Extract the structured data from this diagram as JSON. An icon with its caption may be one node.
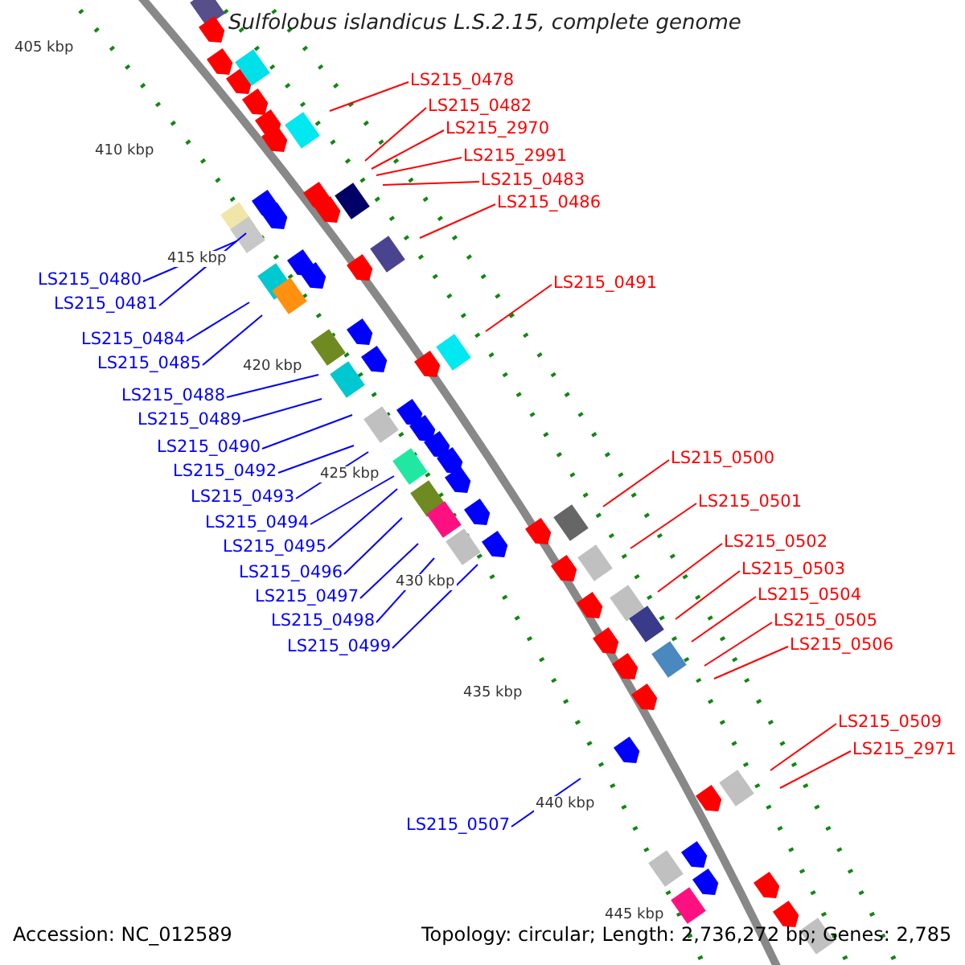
{
  "diagram": {
    "title": "Sulfolobus islandicus L.S.2.15, complete genome",
    "nodes": [
      {
        "text": [
          "LS215_0478"
        ]
      },
      {
        "text": [
          "LS215_0482"
        ]
      },
      {
        "text": [
          "LS215_2970"
        ]
      },
      {
        "text": [
          "LS215_2991"
        ]
      },
      {
        "text": [
          "LS215_0483"
        ]
      },
      {
        "text": [
          "LS215_0486"
        ]
      },
      {
        "text": [
          "LS215_0480"
        ]
      },
      {
        "text": [
          "LS215_0491"
        ]
      },
      {
        "text": [
          "LS215_0481"
        ]
      },
      {
        "text": [
          "LS215_0484"
        ]
      },
      {
        "text": [
          "LS215_0485"
        ]
      },
      {
        "text": [
          "LS215_0488"
        ]
      },
      {
        "text": [
          "LS215_0489"
        ]
      },
      {
        "text": [
          "LS215_0490"
        ]
      },
      {
        "text": [
          "LS215_0500"
        ]
      },
      {
        "text": [
          "LS215_0492"
        ]
      },
      {
        "text": [
          "LS215_0493"
        ]
      },
      {
        "text": [
          "LS215_0501"
        ]
      },
      {
        "text": [
          "LS215_0494"
        ]
      },
      {
        "text": [
          "LS215_0502"
        ]
      },
      {
        "text": [
          "LS215_0495"
        ]
      },
      {
        "text": [
          "LS215_0503"
        ]
      },
      {
        "text": [
          "LS215_0496"
        ]
      },
      {
        "text": [
          "LS215_0504"
        ]
      },
      {
        "text": [
          "LS215_0497"
        ]
      },
      {
        "text": [
          "LS215_0505"
        ]
      },
      {
        "text": [
          "LS215_0498"
        ]
      },
      {
        "text": [
          "LS215_0506"
        ]
      },
      {
        "text": [
          "LS215_0499"
        ]
      },
      {
        "text": [
          "LS215_0509"
        ]
      },
      {
        "text": [
          "LS215_2971"
        ]
      },
      {
        "text": [
          "LS215_0507"
        ]
      }
    ],
    "edges": [
      {
        "from": 0,
        "to": null,
        "arrow": "none",
        "color": "#ff0000"
      },
      {
        "from": 1,
        "to": null,
        "arrow": "none",
        "color": "#ff0000"
      },
      {
        "from": 2,
        "to": null,
        "arrow": "none",
        "color": "#ff0000"
      },
      {
        "from": 3,
        "to": null,
        "arrow": "none",
        "color": "#ff0000"
      },
      {
        "from": 4,
        "to": null,
        "arrow": "none",
        "color": "#ff0000"
      },
      {
        "from": 5,
        "to": null,
        "arrow": "none",
        "color": "#ff0000"
      },
      {
        "from": 6,
        "to": null,
        "arrow": "none",
        "color": "#0000ff"
      },
      {
        "from": 7,
        "to": null,
        "arrow": "none",
        "color": "#ff0000"
      },
      {
        "from": 8,
        "to": null,
        "arrow": "none",
        "color": "#0000ff"
      },
      {
        "from": 9,
        "to": null,
        "arrow": "none",
        "color": "#0000ff"
      },
      {
        "from": 10,
        "to": null,
        "arrow": "none",
        "color": "#0000ff"
      },
      {
        "from": 11,
        "to": null,
        "arrow": "none",
        "color": "#0000ff"
      },
      {
        "from": 12,
        "to": null,
        "arrow": "none",
        "color": "#0000ff"
      },
      {
        "from": 13,
        "to": null,
        "arrow": "none",
        "color": "#0000ff"
      },
      {
        "from": 14,
        "to": null,
        "arrow": "none",
        "color": "#ff0000"
      },
      {
        "from": 15,
        "to": null,
        "arrow": "none",
        "color": "#0000ff"
      },
      {
        "from": 16,
        "to": null,
        "arrow": "none",
        "color": "#0000ff"
      },
      {
        "from": 17,
        "to": null,
        "arrow": "none",
        "color": "#ff0000"
      },
      {
        "from": 18,
        "to": null,
        "arrow": "none",
        "color": "#0000ff"
      },
      {
        "from": 19,
        "to": null,
        "arrow": "none",
        "color": "#ff0000"
      },
      {
        "from": 20,
        "to": null,
        "arrow": "none",
        "color": "#0000ff"
      },
      {
        "from": 21,
        "to": null,
        "arrow": "none",
        "color": "#ff0000"
      },
      {
        "from": 22,
        "to": null,
        "arrow": "none",
        "color": "#0000ff"
      },
      {
        "from": 23,
        "to": null,
        "arrow": "none",
        "color": "#ff0000"
      },
      {
        "from": 24,
        "to": null,
        "arrow": "none",
        "color": "#0000ff"
      },
      {
        "from": 25,
        "to": null,
        "arrow": "none",
        "color": "#ff0000"
      },
      {
        "from": 26,
        "to": null,
        "arrow": "none",
        "color": "#0000ff"
      },
      {
        "from": 27,
        "to": null,
        "arrow": "none",
        "color": "#ff0000"
      },
      {
        "from": 28,
        "to": null,
        "arrow": "none",
        "color": "#0000ff"
      },
      {
        "from": 29,
        "to": null,
        "arrow": "none",
        "color": "#ff0000"
      },
      {
        "from": 30,
        "to": null,
        "arrow": "none",
        "color": "#ff0000"
      },
      {
        "from": 31,
        "to": null,
        "arrow": "none",
        "color": "#0000ff"
      }
    ],
    "labels": [
      "405 kbp",
      "410 kbp",
      "415 kbp",
      "420 kbp",
      "425 kbp",
      "430 kbp",
      "435 kbp",
      "440 kbp",
      "445 kbp",
      "Accession: NC_012589",
      "Topology: circular; Length: 2,736,272 bp; Genes: 2,785"
    ]
  }
}
